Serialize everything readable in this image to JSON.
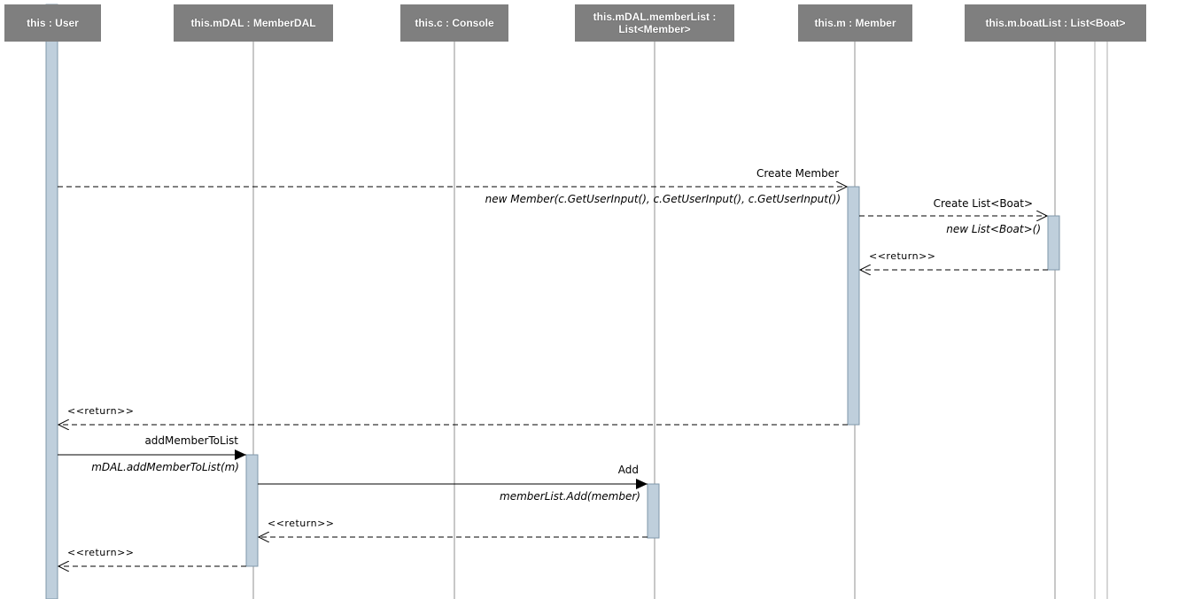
{
  "lifelines": [
    {
      "id": "user",
      "title": "this : User"
    },
    {
      "id": "mdal",
      "title": "this.mDAL : MemberDAL"
    },
    {
      "id": "console",
      "title": "this.c : Console"
    },
    {
      "id": "memberlist",
      "title_line1": "this.mDAL.memberList :",
      "title_line2": "List<Member>"
    },
    {
      "id": "member",
      "title": "this.m : Member"
    },
    {
      "id": "boatlist",
      "title": "this.m.boatList : List<Boat>"
    }
  ],
  "messages": [
    {
      "id": "create-member",
      "label": "Create Member",
      "call": "new Member(c.GetUserInput(), c.GetUserInput(), c.GetUserInput())"
    },
    {
      "id": "create-boatlist",
      "label": "Create List<Boat>",
      "call": "new List<Boat>()"
    },
    {
      "id": "return-boatlist",
      "label": "<<return>>"
    },
    {
      "id": "return-member",
      "label": "<<return>>"
    },
    {
      "id": "add-member-to-list",
      "label": "addMemberToList",
      "call": "mDAL.addMemberToList(m)"
    },
    {
      "id": "add",
      "label": "Add",
      "call": "memberList.Add(member)"
    },
    {
      "id": "return-add",
      "label": "<<return>>"
    },
    {
      "id": "return-mdal",
      "label": "<<return>>"
    }
  ]
}
